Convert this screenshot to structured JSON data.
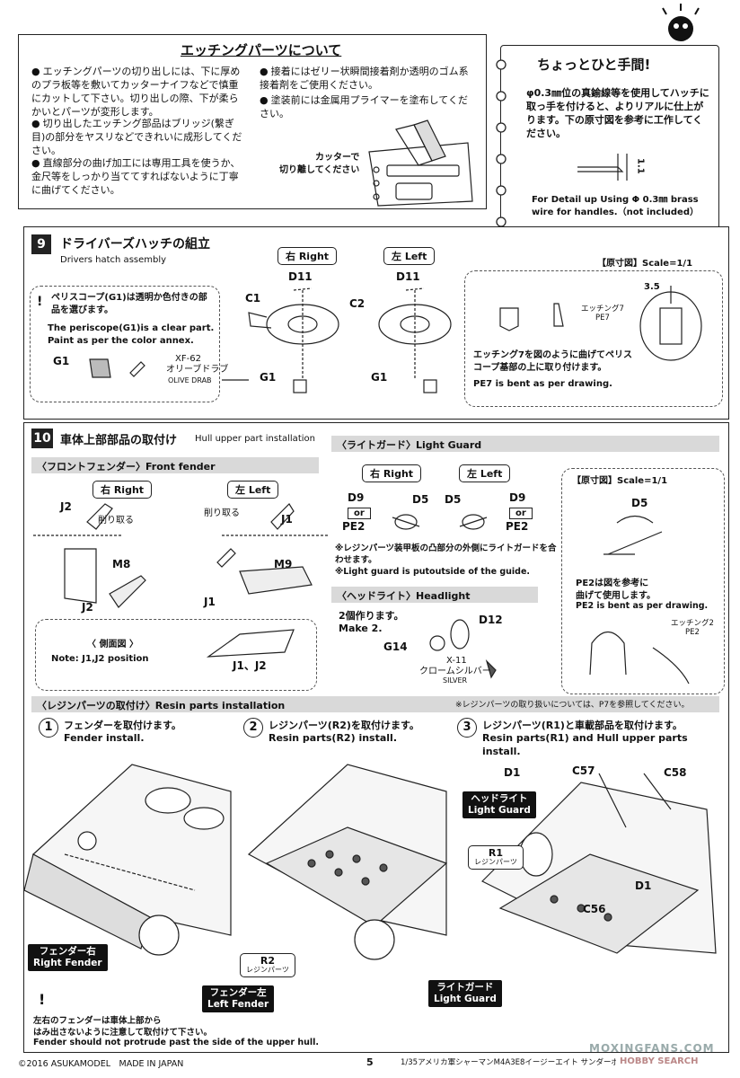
{
  "etching": {
    "title": "エッチングパーツについて",
    "bullets_left": [
      "エッチングパーツの切り出しには、下に厚めのプラ板等を敷いてカッターナイフなどで慎重にカットして下さい。切り出しの際、下が柔らかいとパーツが変形します。",
      "切り出したエッチング部品はブリッジ(繋ぎ目)の部分をヤスリなどできれいに成形してください。",
      "直線部分の曲げ加工には専用工具を使うか、金尺等をしっかり当ててすればないように丁寧に曲げてください。"
    ],
    "bullets_right": [
      "接着にはゼリー状瞬間接着剤か透明のゴム系接着剤をご使用ください。",
      "塗装前には金属用プライマーを塗布してください。"
    ],
    "cutter_note": "カッターで\n切り離してください"
  },
  "tip": {
    "title": "ちょっとひと手間!",
    "jp": "φ0.3㎜位の真鍮線等を使用してハッチに取っ手を付けると、よりリアルに仕上がります。下の原寸図を参考に工作してください。",
    "en": "For Detail up Using Φ 0.3㎜ brass wire for handles.（not included）",
    "dim": "1.1"
  },
  "step9": {
    "num": "9",
    "title_jp": "ドライバーズハッチの組立",
    "title_en": "Drivers hatch assembly",
    "right_tag": "右 Right",
    "left_tag": "左 Left",
    "part_d11": "D11",
    "part_c1": "C1",
    "part_c2": "C2",
    "part_g1": "G1",
    "note_jp": "ペリスコープ(G1)は透明か色付きの部品を選びます。",
    "note_en": "The periscope(G1)is a clear part. Paint as per the color annex.",
    "paint_code": "XF-62",
    "paint_jp": "オリーブドラブ",
    "paint_en": "OLIVE DRAB",
    "scale_label": "【原寸図】Scale=1/1",
    "dim": "3.5",
    "pe_label": "エッチング7\nPE7",
    "pe_note_jp": "エッチング7を図のように曲げてペリスコープ基部の上に取り付けます。",
    "pe_note_en": "PE7 is bent as per drawing."
  },
  "step10": {
    "num": "10",
    "title_jp": "車体上部部品の取付け",
    "title_en": "Hull upper part installation",
    "front_fender_hdr": "〈フロントフェンダー〉Front fender",
    "right_tag": "右 Right",
    "left_tag": "左 Left",
    "cut_off": "削り取る",
    "part_j1": "J1",
    "part_j2": "J2",
    "part_m8": "M8",
    "part_m9": "M9",
    "side_view": "〈 側面図 〉",
    "side_note": "Note: J1,J2 position",
    "side_parts": "J1、J2",
    "light_guard_hdr": "〈ライトガード〉Light  Guard",
    "part_d9": "D9",
    "part_d5": "D5",
    "or": "or",
    "part_pe2": "PE2",
    "lg_note_jp": "※レジンパーツ装甲板の凸部分の外側にライトガードを合わせます。",
    "lg_note_en": "※Light guard is putoutside of the guide.",
    "headlight_hdr": "〈ヘッドライト〉Headlight",
    "make2_jp": "2個作ります。",
    "make2_en": "Make 2.",
    "part_d12": "D12",
    "part_g14": "G14",
    "paint_code": "X-11",
    "paint_jp": "クロームシルバー",
    "paint_en": "SILVER",
    "scale_label": "【原寸図】Scale=1/1",
    "pe2_note_jp": "PE2は図を参考に曲げて使用します。",
    "pe2_note_en": "PE2 is bent as per drawing.",
    "pe2_label": "エッチング2\nPE2",
    "resin_hdr": "〈レジンパーツの取付け〉Resin parts installation",
    "resin_ref": "※レジンパーツの取り扱いについては、P7を参照してください。",
    "sub1_jp": "フェンダーを取付けます。",
    "sub1_en": "Fender install.",
    "sub2_jp": "レジンパーツ(R2)を取付けます。",
    "sub2_en": "Resin parts(R2) install.",
    "sub3_jp": "レジンパーツ(R1)と車載部品を取付けます。",
    "sub3_en": "Resin parts(R1) and Hull upper parts install.",
    "fender_r": "フェンダー右\nRight Fender",
    "fender_l": "フェンダー左\nLeft Fender",
    "r2": "R2",
    "r2_sub": "レジンパーツ",
    "r1": "R1",
    "r1_sub": "レジンパーツ",
    "headlight_tag": "ヘッドライト\nLight Guard",
    "lightguard_tag": "ライトガード\nLight Guard",
    "part_d1": "D1",
    "part_c57": "C57",
    "part_c58": "C58",
    "part_c56": "C56",
    "warn_jp": "左右のフェンダーは車体上部から\nはみ出さないように注意して取付けて下さい。",
    "warn_en": "Fender should not protrude past the side of the upper hull."
  },
  "footer": {
    "copyright": "©2016 ASUKAMODEL　MADE IN JAPAN",
    "page": "5",
    "product": "1/35アメリカ軍シャーマンM4A3E8イージーエイト サンダーボルト7",
    "watermark": "MOXINGFANS.COM",
    "watermark2": "HOBBY SEARCH"
  }
}
